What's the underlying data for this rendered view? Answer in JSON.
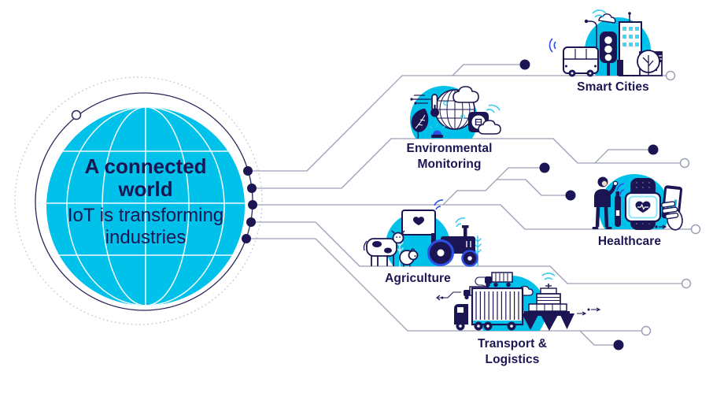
{
  "infographic": {
    "title": "A connected world",
    "subtitle": "IoT is transforming industries",
    "categories": [
      {
        "label": "Smart Cities",
        "icon": "smart-cities-icon"
      },
      {
        "label": "Environmental Monitoring",
        "icon": "environmental-monitoring-icon"
      },
      {
        "label": "Healthcare",
        "icon": "healthcare-icon"
      },
      {
        "label": "Agriculture",
        "icon": "agriculture-icon"
      },
      {
        "label": "Transport & Logistics",
        "icon": "transport-logistics-icon"
      }
    ],
    "colors": {
      "cyan": "#00C1EA",
      "navy": "#1B1653",
      "accent_blue": "#2D50E6",
      "trace_gray": "#9BA0B5"
    }
  }
}
